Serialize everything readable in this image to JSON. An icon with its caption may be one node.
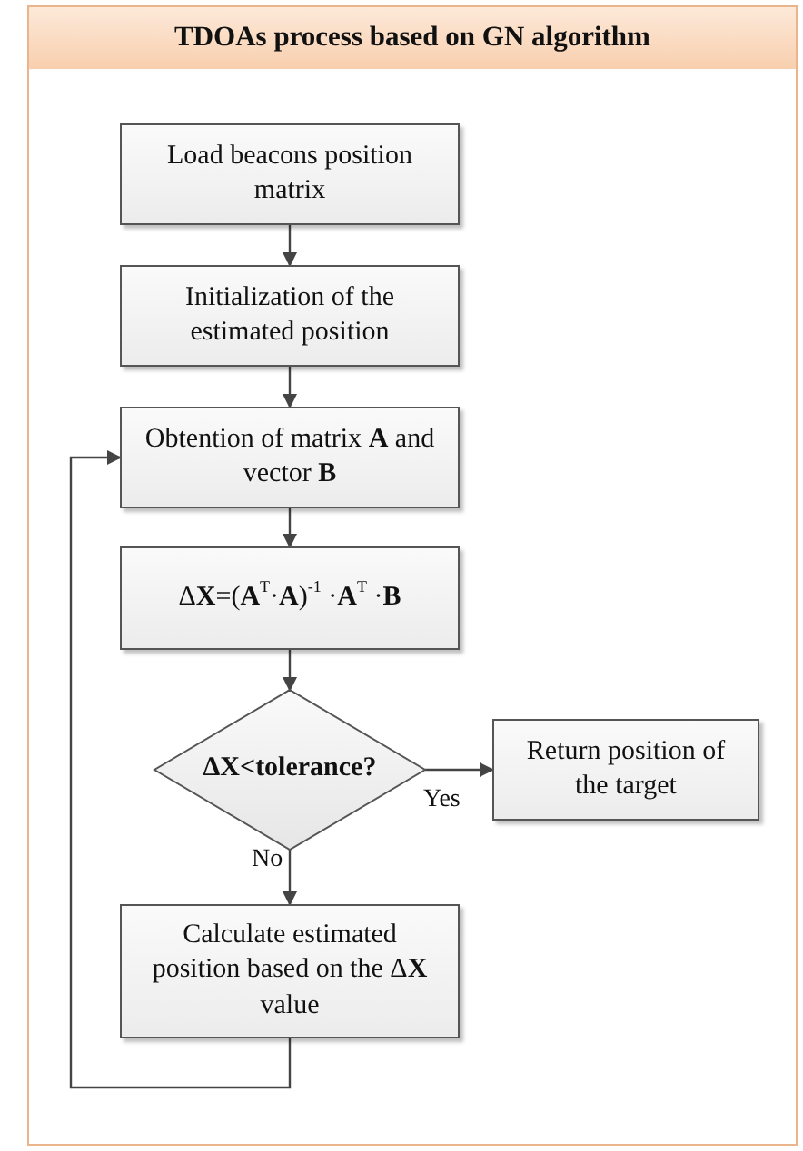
{
  "diagram": {
    "title": "TDOAs process based on GN algorithm",
    "nodes": [
      {
        "text": [
          "Load beacons position matrix"
        ]
      },
      {
        "text": [
          "Initialization of the estimated position"
        ]
      },
      {
        "text": [
          "Obtention of matrix **A** and vector **B**"
        ]
      },
      {
        "text": [
          "Δ**X**=(**A**$^{T}$·**A**)$^{-1}$ ·**A**$^{T}$ ·**B**"
        ]
      },
      {
        "text": [
          "ΔX<tolerance?"
        ]
      },
      {
        "text": [
          "Return position of the target"
        ]
      },
      {
        "text": [
          "Calculate estimated position based on the Δ**X** value"
        ]
      }
    ],
    "edges": [
      {
        "from": 0,
        "to": 1,
        "arrow": "to"
      },
      {
        "from": 1,
        "to": 2,
        "arrow": "to"
      },
      {
        "from": 2,
        "to": 3,
        "arrow": "to"
      },
      {
        "from": 3,
        "to": 4,
        "arrow": "to"
      },
      {
        "from": 4,
        "to": 5,
        "arrow": "to",
        "label": "Yes"
      },
      {
        "from": 4,
        "to": 6,
        "arrow": "to",
        "label": "No"
      },
      {
        "from": 6,
        "to": 2,
        "arrow": "to"
      }
    ]
  }
}
